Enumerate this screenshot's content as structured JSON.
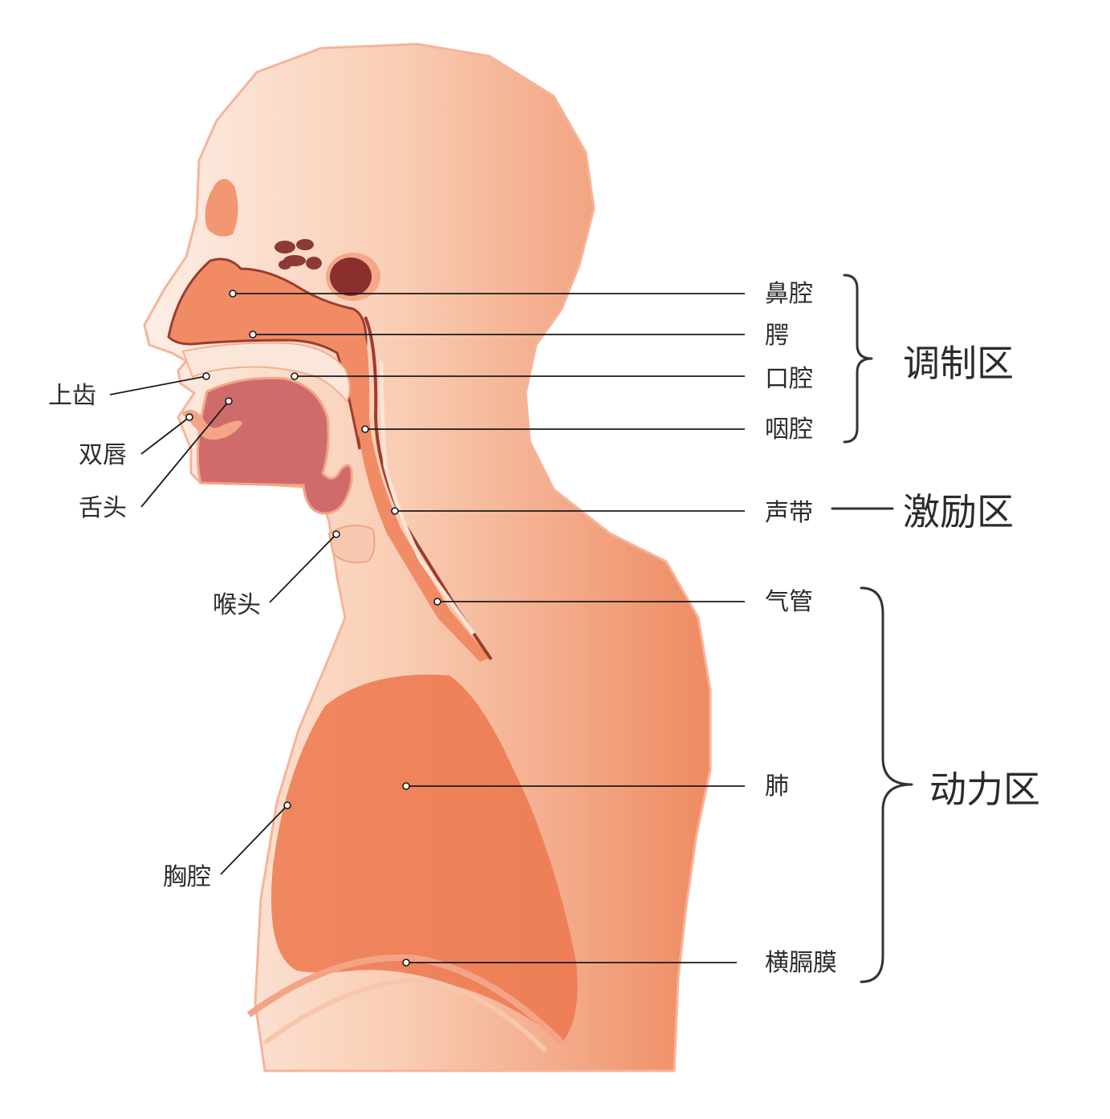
{
  "labels": {
    "nasal_cavity": "鼻腔",
    "palate": "腭",
    "oral_cavity": "口腔",
    "pharynx": "咽腔",
    "vocal_cords": "声带",
    "trachea": "气管",
    "lung": "肺",
    "diaphragm": "横膈膜",
    "upper_teeth": "上齿",
    "lips": "双唇",
    "tongue": "舌头",
    "larynx": "喉头",
    "thoracic_cavity": "胸腔"
  },
  "zones": {
    "modulation": "调制区",
    "excitation": "激励区",
    "power": "动力区"
  },
  "colors": {
    "skin_light": "#fbe3d6",
    "skin_mid": "#f6b99c",
    "skin_dark": "#ef8b63",
    "organ": "#ee825a",
    "tongue": "#d06a6a",
    "outline": "#f2a07f",
    "airway_line": "#9d3c2f"
  }
}
